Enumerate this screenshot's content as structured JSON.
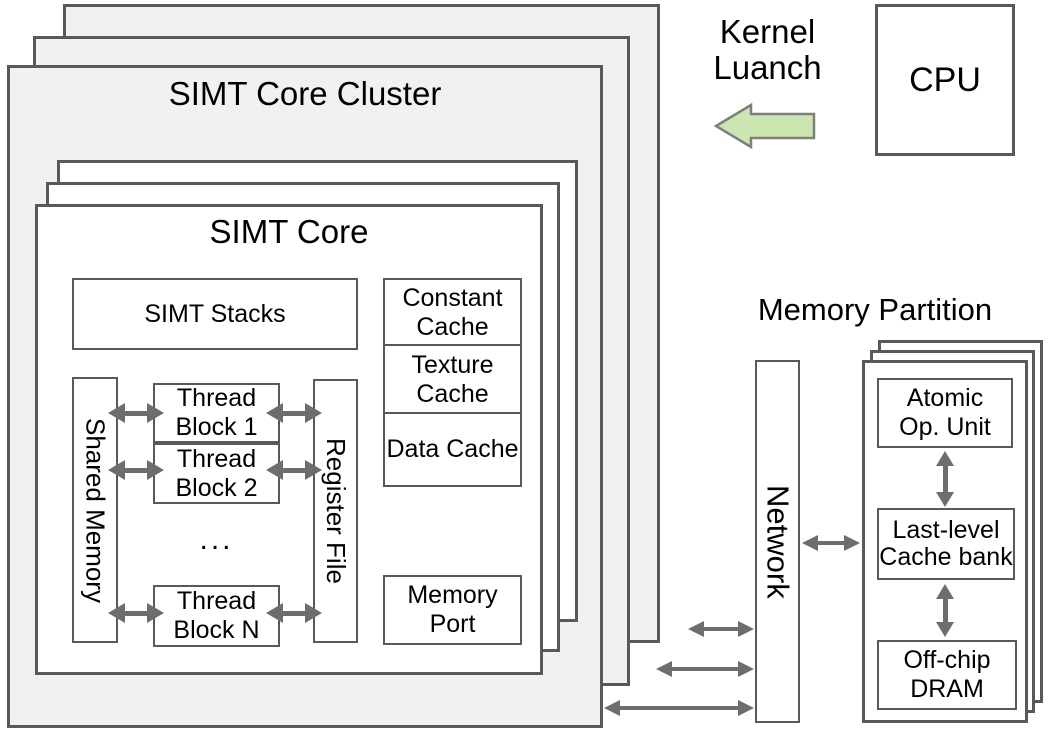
{
  "cluster": {
    "label": "SIMT Core Cluster"
  },
  "core": {
    "label": "SIMT Core",
    "simt_stacks_label": "SIMT Stacks",
    "shared_memory_label": "Shared Memory",
    "register_file_label": "Register File",
    "thread_blocks": [
      "Thread Block 1",
      "Thread Block 2",
      "Thread Block N"
    ],
    "ellipsis": "...",
    "caches": [
      "Constant Cache",
      "Texture Cache",
      "Data Cache"
    ],
    "memory_port_label": "Memory Port"
  },
  "kernel_launch_label": "Kernel Luanch",
  "cpu_label": "CPU",
  "network_label": "Network",
  "memory_partition": {
    "label": "Memory Partition",
    "atomic_label": "Atomic Op. Unit",
    "llc_label": "Last-level Cache bank",
    "dram_label": "Off-chip DRAM"
  },
  "colors": {
    "fill_gray": "#f1f1f2",
    "border": "#595959",
    "arrow": "#6d6d6d",
    "green_fill": "#cbe6b1",
    "green_border": "#7f7f7f"
  }
}
